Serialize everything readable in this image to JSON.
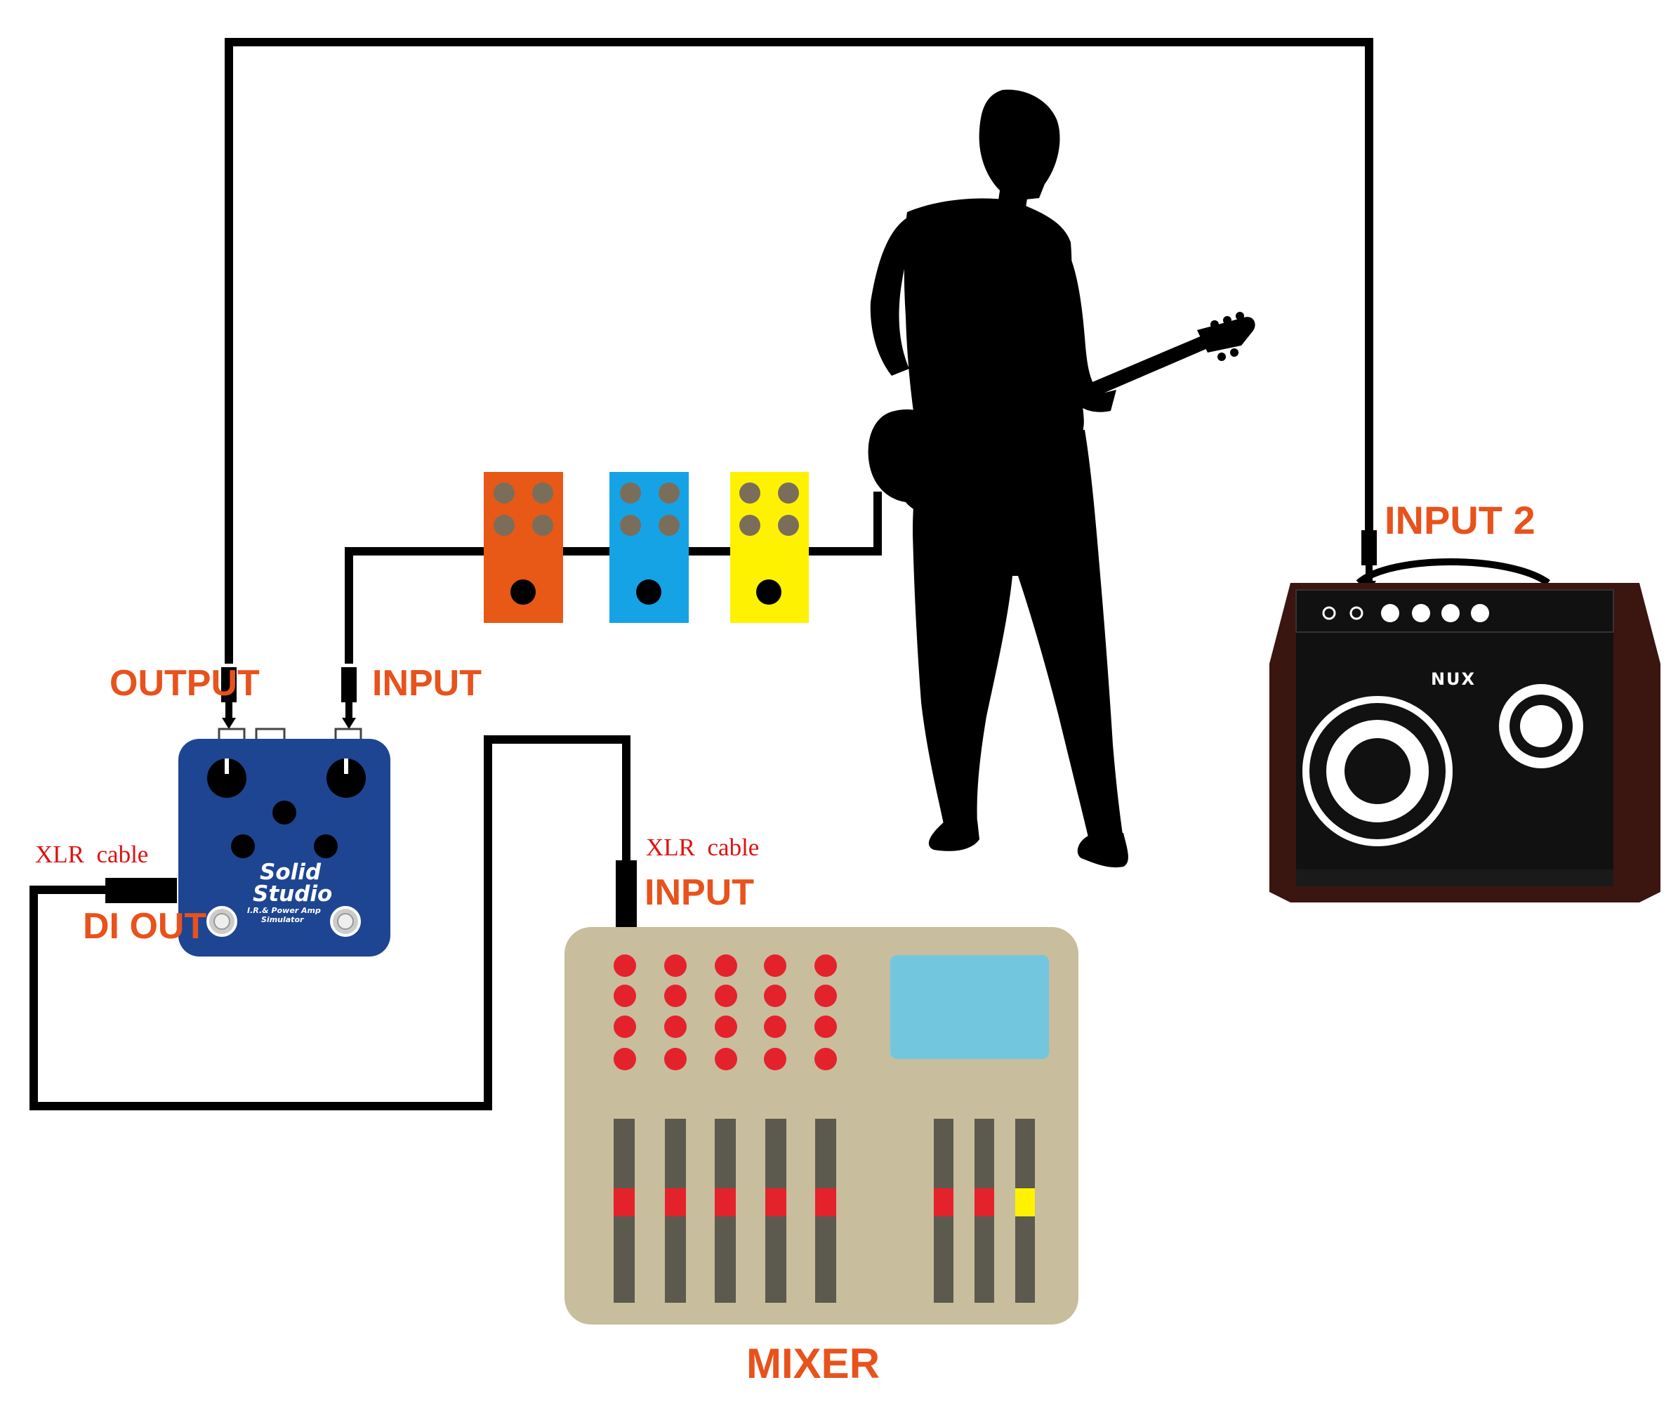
{
  "colors": {
    "label_orange": "#e8521c",
    "label_red": "#e01010",
    "cable": "#000000",
    "di_pedal": "#1e4591",
    "pedal_orange": "#e85816",
    "pedal_blue": "#15a3e6",
    "pedal_yellow": "#fff200",
    "mixer_body": "#c8bd9d",
    "mixer_screen": "#72c7df",
    "mixer_button": "#e4222b",
    "fader_track": "#5c5a4e",
    "amp_cabinet": "#111111",
    "amp_frame": "#3b1510"
  },
  "labels": {
    "output": "OUTPUT",
    "input_di": "INPUT",
    "xlr_left": "XLR  cable",
    "di_out": "DI OUT",
    "xlr_mixer": "XLR  cable",
    "input_mixer": "INPUT",
    "mixer": "MIXER",
    "input2": "INPUT 2"
  },
  "di_pedal": {
    "brand_line1": "Solid",
    "brand_line2": "Studio",
    "subtitle_line1": "I.R.& Power Amp",
    "subtitle_line2": "Simulator"
  },
  "amp": {
    "brand": "NUX"
  },
  "icons": {
    "guitarist": "guitarist-silhouette-icon",
    "amp": "combo-amp-icon",
    "mixer": "mixing-console-icon",
    "di_pedal": "di-pedal-icon",
    "effect_pedals": "effect-pedal-icon",
    "plug": "jack-plug-icon"
  }
}
